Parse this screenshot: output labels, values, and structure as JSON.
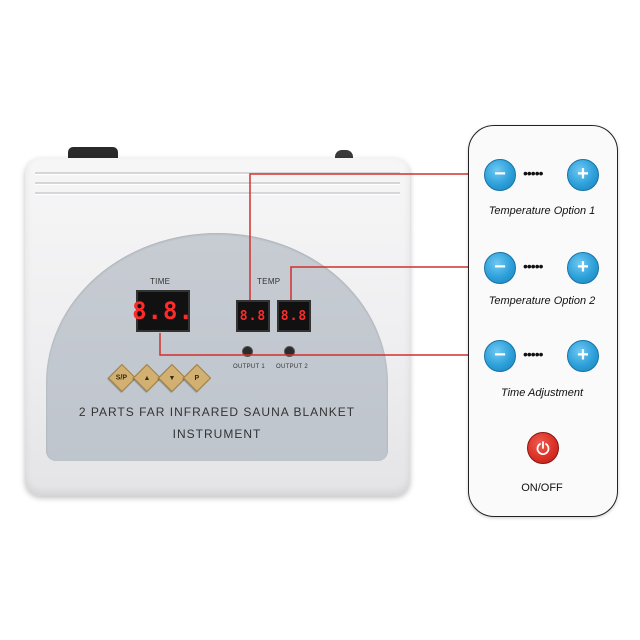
{
  "device": {
    "time_label": "TIME",
    "temp_label": "TEMP",
    "time_display": "8.8.",
    "temp1_display": "8.8",
    "temp2_display": "8.8",
    "output1_label": "OUTPUT 1",
    "output2_label": "OUTPUT 2",
    "keys": [
      "S/P",
      "▲",
      "▼",
      "P"
    ],
    "instrument_line1": "2 PARTS FAR INFRARED SAUNA BLANKET",
    "instrument_line2": "INSTRUMENT"
  },
  "remote": {
    "minus_symbol": "−",
    "plus_symbol": "+",
    "dots": "•••••",
    "rows": [
      {
        "label": "Temperature Option 1"
      },
      {
        "label": "Temperature Option 2"
      },
      {
        "label": "Time Adjustment"
      }
    ],
    "power_label": "ON/OFF"
  },
  "colors": {
    "connector": "#d0312d",
    "remote_button": "#2c9fd9",
    "power_button": "#d82e24",
    "display_text": "#ff2a2a",
    "key": "#d2b072"
  }
}
